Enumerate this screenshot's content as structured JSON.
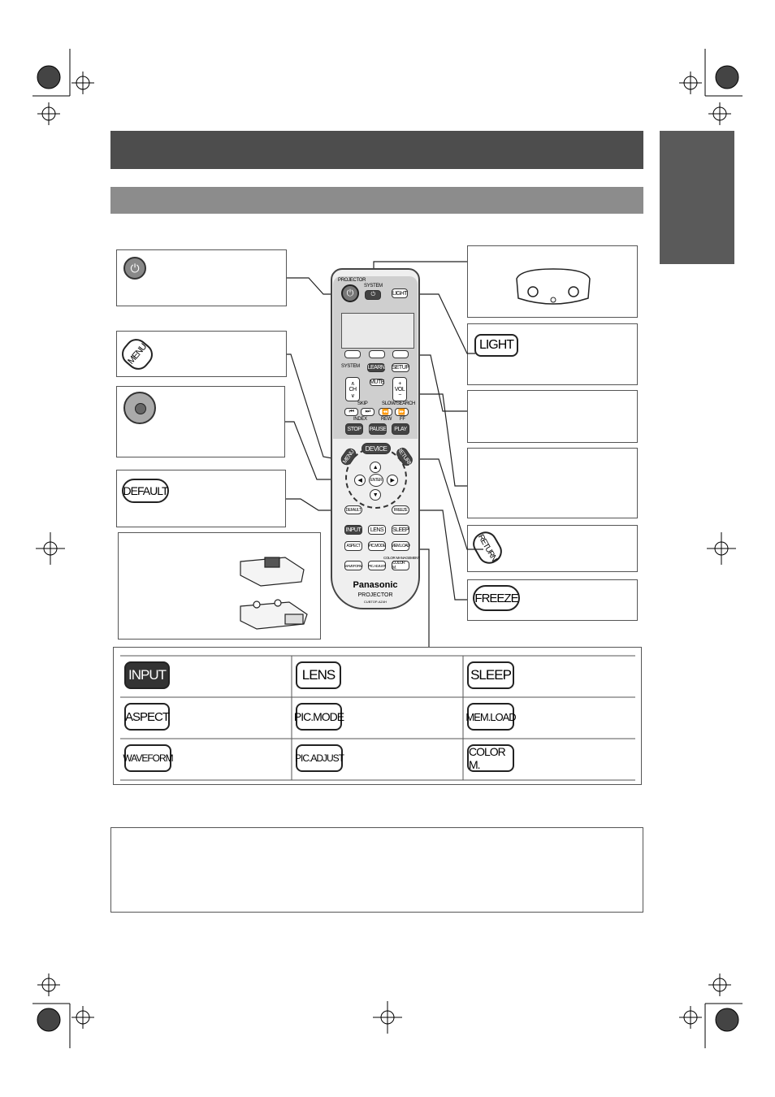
{
  "remote": {
    "projector_label": "PROJECTOR",
    "system_label": "SYSTEM",
    "light_label": "LIGHT",
    "system_row_label": "SYSTEM",
    "learn_label": "LEARN",
    "setup_label": "SETUP",
    "ch_label": "CH",
    "mute_label": "MUTE",
    "vol_label": "VOL",
    "skip_label": "SKIP",
    "index_label": "INDEX",
    "slow_search_label": "SLOW/SEARCH",
    "rew_label": "REW",
    "ff_label": "FF",
    "stop_label": "STOP",
    "pause_label": "PAUSE",
    "play_label": "PLAY",
    "menu_label": "MENU",
    "device_label": "DEVICE",
    "return_label": "RETURN",
    "enter_label": "ENTER",
    "default_label": "DEFAULT",
    "freeze_label": "FREEZE",
    "input_label": "INPUT",
    "lens_label": "LENS",
    "sleep_label": "SLEEP",
    "aspect_label": "ASPECT",
    "picmode_label": "PIC.MODE",
    "memload_label": "MEM.LOAD",
    "waveform_label": "WAVEFORM",
    "picadjust_label": "PIC.ADJUST",
    "colorm_label": "COLOR M.",
    "color_mm_label": "COLOR MANAGEMENT",
    "brand": "Panasonic",
    "product": "PROJECTOR",
    "model": "CUBTOP-AZ4H"
  },
  "callouts": {
    "menu_icon": "MENU",
    "default_icon": "DEFAULT",
    "light_icon": "LIGHT",
    "return_icon": "RETURN",
    "freeze_icon": "FREEZE"
  },
  "grid": [
    [
      "INPUT",
      "LENS",
      "SLEEP"
    ],
    [
      "ASPECT",
      "PIC.MODE",
      "MEM.LOAD"
    ],
    [
      "WAVEFORM",
      "PIC.ADJUST",
      "COLOR M."
    ]
  ]
}
